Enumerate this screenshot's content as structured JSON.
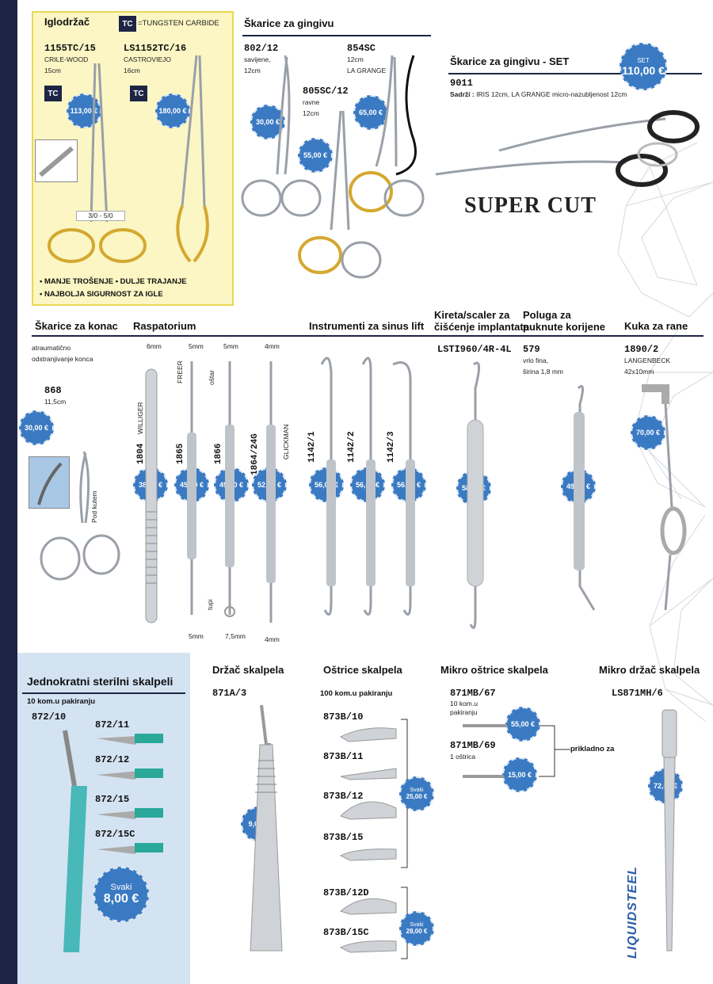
{
  "colors": {
    "navy": "#1d2446",
    "badge": "#3a7ac2",
    "yellow": "#fbf6c4",
    "light_blue": "#d3e3f2"
  },
  "needle_holder": {
    "title": "Iglodržač",
    "tc_icon": "TC",
    "tc_legend": "=TUNGSTEN CARBIDE",
    "item1": {
      "code": "1155TC/15",
      "name": "CRILE-WOOD",
      "size": "15cm",
      "price": "113,00 €"
    },
    "item2": {
      "code": "LS1152TC/16",
      "name": "CASTROVIEJO",
      "size": "16cm",
      "price": "180,00 €"
    },
    "suture_range": "3/0 - 5/0",
    "benefit1": "• MANJE TROŠENJE • DULJE TRAJANJE",
    "benefit2": "• NAJBOLJA SIGURNOST ZA IGLE"
  },
  "gingiva": {
    "title": "Škarice za gingivu",
    "item1": {
      "code": "802/12",
      "desc1": "savijene,",
      "desc2": "12cm",
      "price": "30,00 €"
    },
    "item2": {
      "code": "805SC/12",
      "desc1": "ravne",
      "desc2": "12cm",
      "price": "55,00 €"
    },
    "item3": {
      "code": "854SC",
      "desc1": "12cm",
      "desc2": "LA GRANGE",
      "price": "65,00 €"
    }
  },
  "gingiva_set": {
    "title": "Škarice za gingivu - SET",
    "set_label": "SET",
    "price": "110,00 €",
    "code": "9011",
    "contents_label": "Sadrži :",
    "contents": "IRIS 12cm, LA GRANGE micro-nazubljenost 12cm",
    "brand": "SUPER CUT"
  },
  "suture_scissors": {
    "title": "Škarice za konac",
    "desc1": "atraumatično",
    "desc2": "odstranjivanje konca",
    "code": "868",
    "size": "11,5cm",
    "price": "30,00 €",
    "angle_note": "Pod kutem"
  },
  "raspatorium": {
    "title": "Raspatorium",
    "items": [
      {
        "code": "1804",
        "name": "WILLIGER",
        "top_size": "6mm",
        "price": "38,00 €"
      },
      {
        "code": "1865",
        "name": "FREER",
        "top_size": "5mm",
        "bottom_size": "5mm",
        "price": "45,00 €",
        "note_top": "oštar",
        "note_bottom": "tupi"
      },
      {
        "code": "1866",
        "top_size": "5mm",
        "bottom_size": "7,5mm",
        "price": "49,00 €"
      },
      {
        "code": "1864/24G",
        "name": "GLICKMAN",
        "top_size": "4mm",
        "bottom_size": "4mm",
        "price": "52,00 €"
      }
    ]
  },
  "sinus_lift": {
    "title": "Instrumenti za sinus lift",
    "items": [
      {
        "code": "1142/1",
        "price": "56,00 €"
      },
      {
        "code": "1142/2",
        "price": "56,00 €"
      },
      {
        "code": "1142/3",
        "price": "56,00 €"
      }
    ]
  },
  "curette": {
    "title1": "Kireta/scaler za",
    "title2": "čišćenje implantata",
    "code": "LSTI960/4R-4L",
    "price": "58,00 €"
  },
  "lever": {
    "title1": "Poluga za",
    "title2": "puknute korijene",
    "code": "579",
    "desc1": "vrlo fina,",
    "desc2": "širina 1,8 mm",
    "price": "49,00 €"
  },
  "retractor": {
    "title": "Kuka za rane",
    "code": "1890/2",
    "name": "LANGENBECK",
    "size": "42x10mm",
    "price": "70,00 €"
  },
  "sterile_scalpels": {
    "title": "Jednokratni sterilni skalpeli",
    "pack": "10 kom.u pakiranju",
    "main_code": "872/10",
    "codes": [
      "872/11",
      "872/12",
      "872/15",
      "872/15C"
    ],
    "each_label": "Svaki",
    "price": "8,00 €"
  },
  "scalpel_holder": {
    "title": "Držač skalpela",
    "code": "871A/3",
    "price": "9,00 €"
  },
  "scalpel_blades": {
    "title": "Oštrice skalpela",
    "pack": "100 kom.u pakiranju",
    "group1": [
      "873B/10",
      "873B/11",
      "873B/12",
      "873B/15"
    ],
    "group2": [
      "873B/12D",
      "873B/15C"
    ],
    "each_label": "Svaki",
    "price1": "25,00 €",
    "price2": "28,00 €"
  },
  "micro_blades": {
    "title": "Mikro oštrice skalpela",
    "item1": {
      "code": "871MB/67",
      "desc1": "10 kom.u",
      "desc2": "pakiranju",
      "price": "55,00 €"
    },
    "item2": {
      "code": "871MB/69",
      "desc1": "1 oštrica",
      "price": "15,00 €"
    },
    "fits": "prikladno za"
  },
  "micro_holder": {
    "title": "Mikro držač skalpela",
    "code": "LS871MH/6",
    "price": "72,00 €",
    "brand": "LIQUIDSTEEL"
  }
}
